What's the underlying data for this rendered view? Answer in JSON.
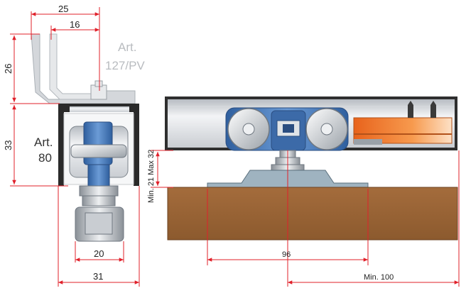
{
  "labels": {
    "art80_line1": "Art.",
    "art80_line2": "80",
    "art127_line1": "Art.",
    "art127_line2": "127/PV"
  },
  "dimensions": {
    "d25": "25",
    "d16": "16",
    "d26": "26",
    "d33": "33",
    "d20": "20",
    "d31": "31",
    "d96": "96",
    "min100": "Min. 100",
    "minmax": "Min. 21 Max 32"
  },
  "colors": {
    "dimension_red": "#e0202a",
    "wood": "#9a6538",
    "carriage_blue": "#4a78b8",
    "rail_dark": "#2a2a2a",
    "bracket_grey": "#c8ccd0",
    "stopper_orange": "#f07a28"
  }
}
